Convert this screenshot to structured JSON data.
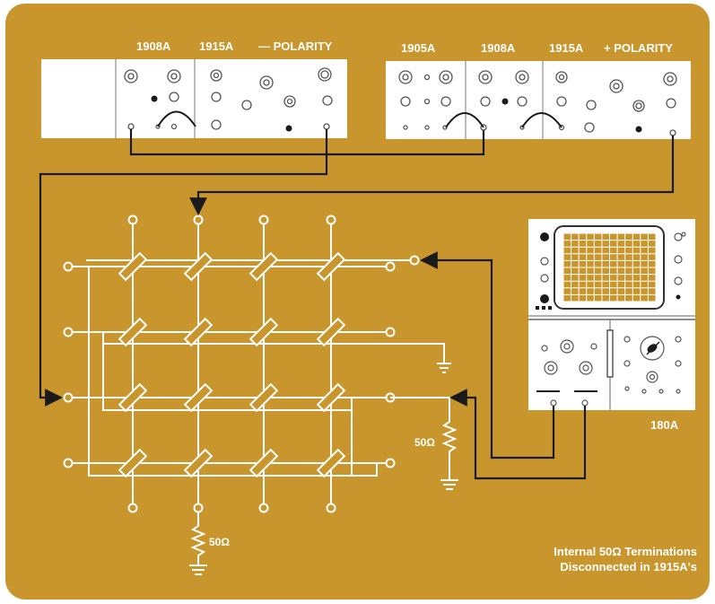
{
  "colors": {
    "background": "#c9962e",
    "panel": "#ffffff",
    "wire": "#1a1a1a",
    "grid_line": "#ffffff",
    "scope_screen": "#c9962e"
  },
  "modules": {
    "left": {
      "labels": [
        "1908A",
        "1915A"
      ],
      "polarity": "— POLARITY"
    },
    "right": {
      "labels": [
        "1905A",
        "1908A",
        "1915A"
      ],
      "polarity": "+ POLARITY"
    }
  },
  "scope": {
    "model": "180A"
  },
  "resistors": {
    "right": "50Ω",
    "bottom": "50Ω"
  },
  "note": {
    "line1": "Internal 50Ω Terminations",
    "line2": "Disconnected in 1915A's"
  }
}
